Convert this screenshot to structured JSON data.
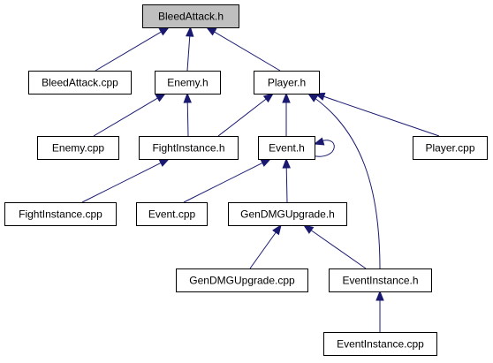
{
  "graph": {
    "root": "bleedattack_h",
    "nodes": [
      {
        "id": "bleedattack_h",
        "label": "BleedAttack.h",
        "root": true
      },
      {
        "id": "bleedattack_cpp",
        "label": "BleedAttack.cpp"
      },
      {
        "id": "enemy_h",
        "label": "Enemy.h"
      },
      {
        "id": "player_h",
        "label": "Player.h"
      },
      {
        "id": "enemy_cpp",
        "label": "Enemy.cpp"
      },
      {
        "id": "fightinstance_h",
        "label": "FightInstance.h"
      },
      {
        "id": "event_h",
        "label": "Event.h"
      },
      {
        "id": "player_cpp",
        "label": "Player.cpp"
      },
      {
        "id": "fightinstance_cpp",
        "label": "FightInstance.cpp"
      },
      {
        "id": "event_cpp",
        "label": "Event.cpp"
      },
      {
        "id": "gendmgupgrade_h",
        "label": "GenDMGUpgrade.h"
      },
      {
        "id": "gendmgupgrade_cpp",
        "label": "GenDMGUpgrade.cpp"
      },
      {
        "id": "eventinstance_h",
        "label": "EventInstance.h"
      },
      {
        "id": "eventinstance_cpp",
        "label": "EventInstance.cpp"
      }
    ],
    "edges": [
      {
        "from": "bleedattack_cpp",
        "to": "bleedattack_h"
      },
      {
        "from": "enemy_h",
        "to": "bleedattack_h"
      },
      {
        "from": "player_h",
        "to": "bleedattack_h"
      },
      {
        "from": "enemy_cpp",
        "to": "enemy_h"
      },
      {
        "from": "fightinstance_h",
        "to": "enemy_h"
      },
      {
        "from": "fightinstance_h",
        "to": "player_h"
      },
      {
        "from": "event_h",
        "to": "player_h"
      },
      {
        "from": "player_cpp",
        "to": "player_h"
      },
      {
        "from": "eventinstance_h",
        "to": "player_h"
      },
      {
        "from": "fightinstance_cpp",
        "to": "fightinstance_h"
      },
      {
        "from": "event_h",
        "to": "event_h"
      },
      {
        "from": "event_cpp",
        "to": "event_h"
      },
      {
        "from": "gendmgupgrade_h",
        "to": "event_h"
      },
      {
        "from": "gendmgupgrade_cpp",
        "to": "gendmgupgrade_h"
      },
      {
        "from": "eventinstance_h",
        "to": "gendmgupgrade_h"
      },
      {
        "from": "eventinstance_cpp",
        "to": "eventinstance_h"
      }
    ],
    "colors": {
      "edge": "#191970",
      "root_fill": "#bfbfbf",
      "node_fill": "#ffffff",
      "node_border": "#000000"
    }
  }
}
